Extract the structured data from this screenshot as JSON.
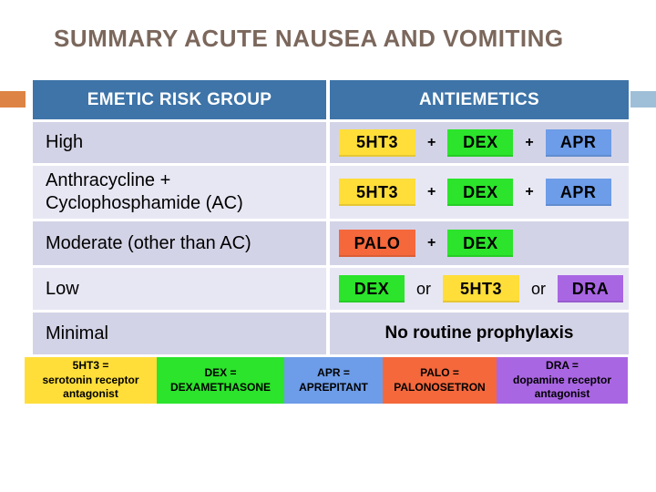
{
  "slide": {
    "title": "SUMMARY ACUTE NAUSEA AND VOMITING"
  },
  "palette": {
    "title_brown": "#7b675c",
    "header_blue": "#3e74a8",
    "row_dark": "#d3d3e7",
    "row_light": "#e7e7f4",
    "accent_orange": "#dd8444",
    "accent_blue": "#9fbfd8",
    "yellow": "#ffde3a",
    "green": "#2be42b",
    "blue": "#6d9ce8",
    "orange": "#f4683c",
    "purple": "#a966e3"
  },
  "table": {
    "header": {
      "left": "EMETIC RISK GROUP",
      "right": "ANTIEMETICS"
    },
    "rows": [
      {
        "risk": "High",
        "items": [
          {
            "label": "5HT3"
          },
          {
            "label": "+"
          },
          {
            "label": "DEX"
          },
          {
            "label": "+"
          },
          {
            "label": "APR"
          }
        ]
      },
      {
        "risk": "Anthracycline + Cyclophosphamide (AC)",
        "items": [
          {
            "label": "5HT3"
          },
          {
            "label": "+"
          },
          {
            "label": "DEX"
          },
          {
            "label": "+"
          },
          {
            "label": "APR"
          }
        ]
      },
      {
        "risk": "Moderate (other than AC)",
        "items": [
          {
            "label": "PALO"
          },
          {
            "label": "+"
          },
          {
            "label": "DEX"
          }
        ]
      },
      {
        "risk": "Low",
        "items": [
          {
            "label": "DEX"
          },
          {
            "label": "or"
          },
          {
            "label": "5HT3"
          },
          {
            "label": "or"
          },
          {
            "label": "DRA"
          }
        ]
      },
      {
        "risk": "Minimal",
        "note": "No routine prophylaxis"
      }
    ]
  },
  "legend": {
    "items": [
      {
        "lines": [
          "5HT3 =",
          "serotonin receptor",
          "antagonist"
        ]
      },
      {
        "lines": [
          "DEX =",
          "DEXAMETHASONE"
        ]
      },
      {
        "lines": [
          "APR =",
          "APREPITANT"
        ]
      },
      {
        "lines": [
          "PALO =",
          "PALONOSETRON"
        ]
      },
      {
        "lines": [
          "DRA =",
          "dopamine receptor",
          "antagonist"
        ]
      }
    ]
  }
}
